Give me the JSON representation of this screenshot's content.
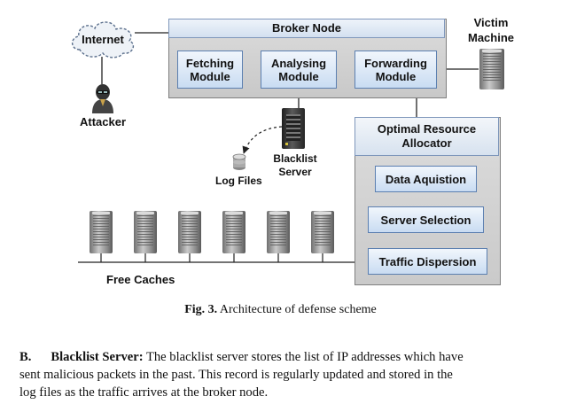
{
  "nodes": {
    "internet": "Internet",
    "attacker": "Attacker",
    "broker_node": "Broker Node",
    "fetching_module": "Fetching Module",
    "analysing_module": "Analysing Module",
    "forwarding_module": "Forwarding Module",
    "victim_machine": "Victim Machine",
    "blacklist_server": "Blacklist Server",
    "log_files": "Log Files",
    "optimal_resource_allocator": "Optimal Resource Allocator",
    "data_aquistion": "Data Aquistion",
    "server_selection": "Server Selection",
    "traffic_dispersion": "Traffic Dispersion",
    "free_caches": "Free Caches"
  },
  "caption": {
    "label": "Fig. 3.",
    "text": "Architecture of defense scheme"
  },
  "section": {
    "marker": "B.",
    "heading": "Blacklist Server:",
    "line1": "The blacklist server stores the list of IP addresses which have",
    "line2": "sent malicious packets in the past. This record is regularly updated and stored in the",
    "line3": "log files as the traffic arrives at the broker node."
  }
}
